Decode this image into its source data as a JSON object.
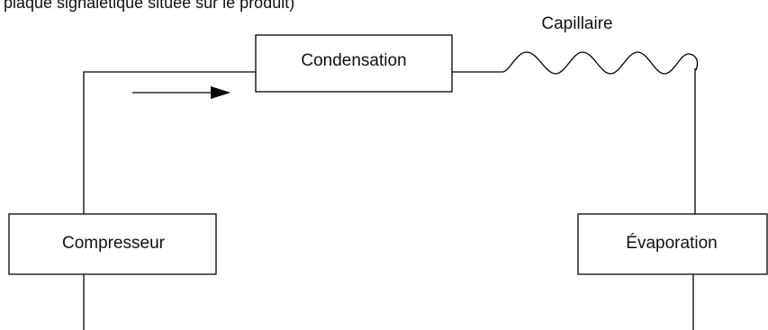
{
  "header": {
    "cut_text": "plaque signalétique située sur le produit)"
  },
  "diagram": {
    "compressor_label": "Compresseur",
    "condenser_label": "Condensation",
    "capillary_label": "Capillaire",
    "evaporator_label": "Évaporation"
  },
  "colors": {
    "line": "#000000",
    "text": "#111111",
    "background": "#ffffff"
  }
}
